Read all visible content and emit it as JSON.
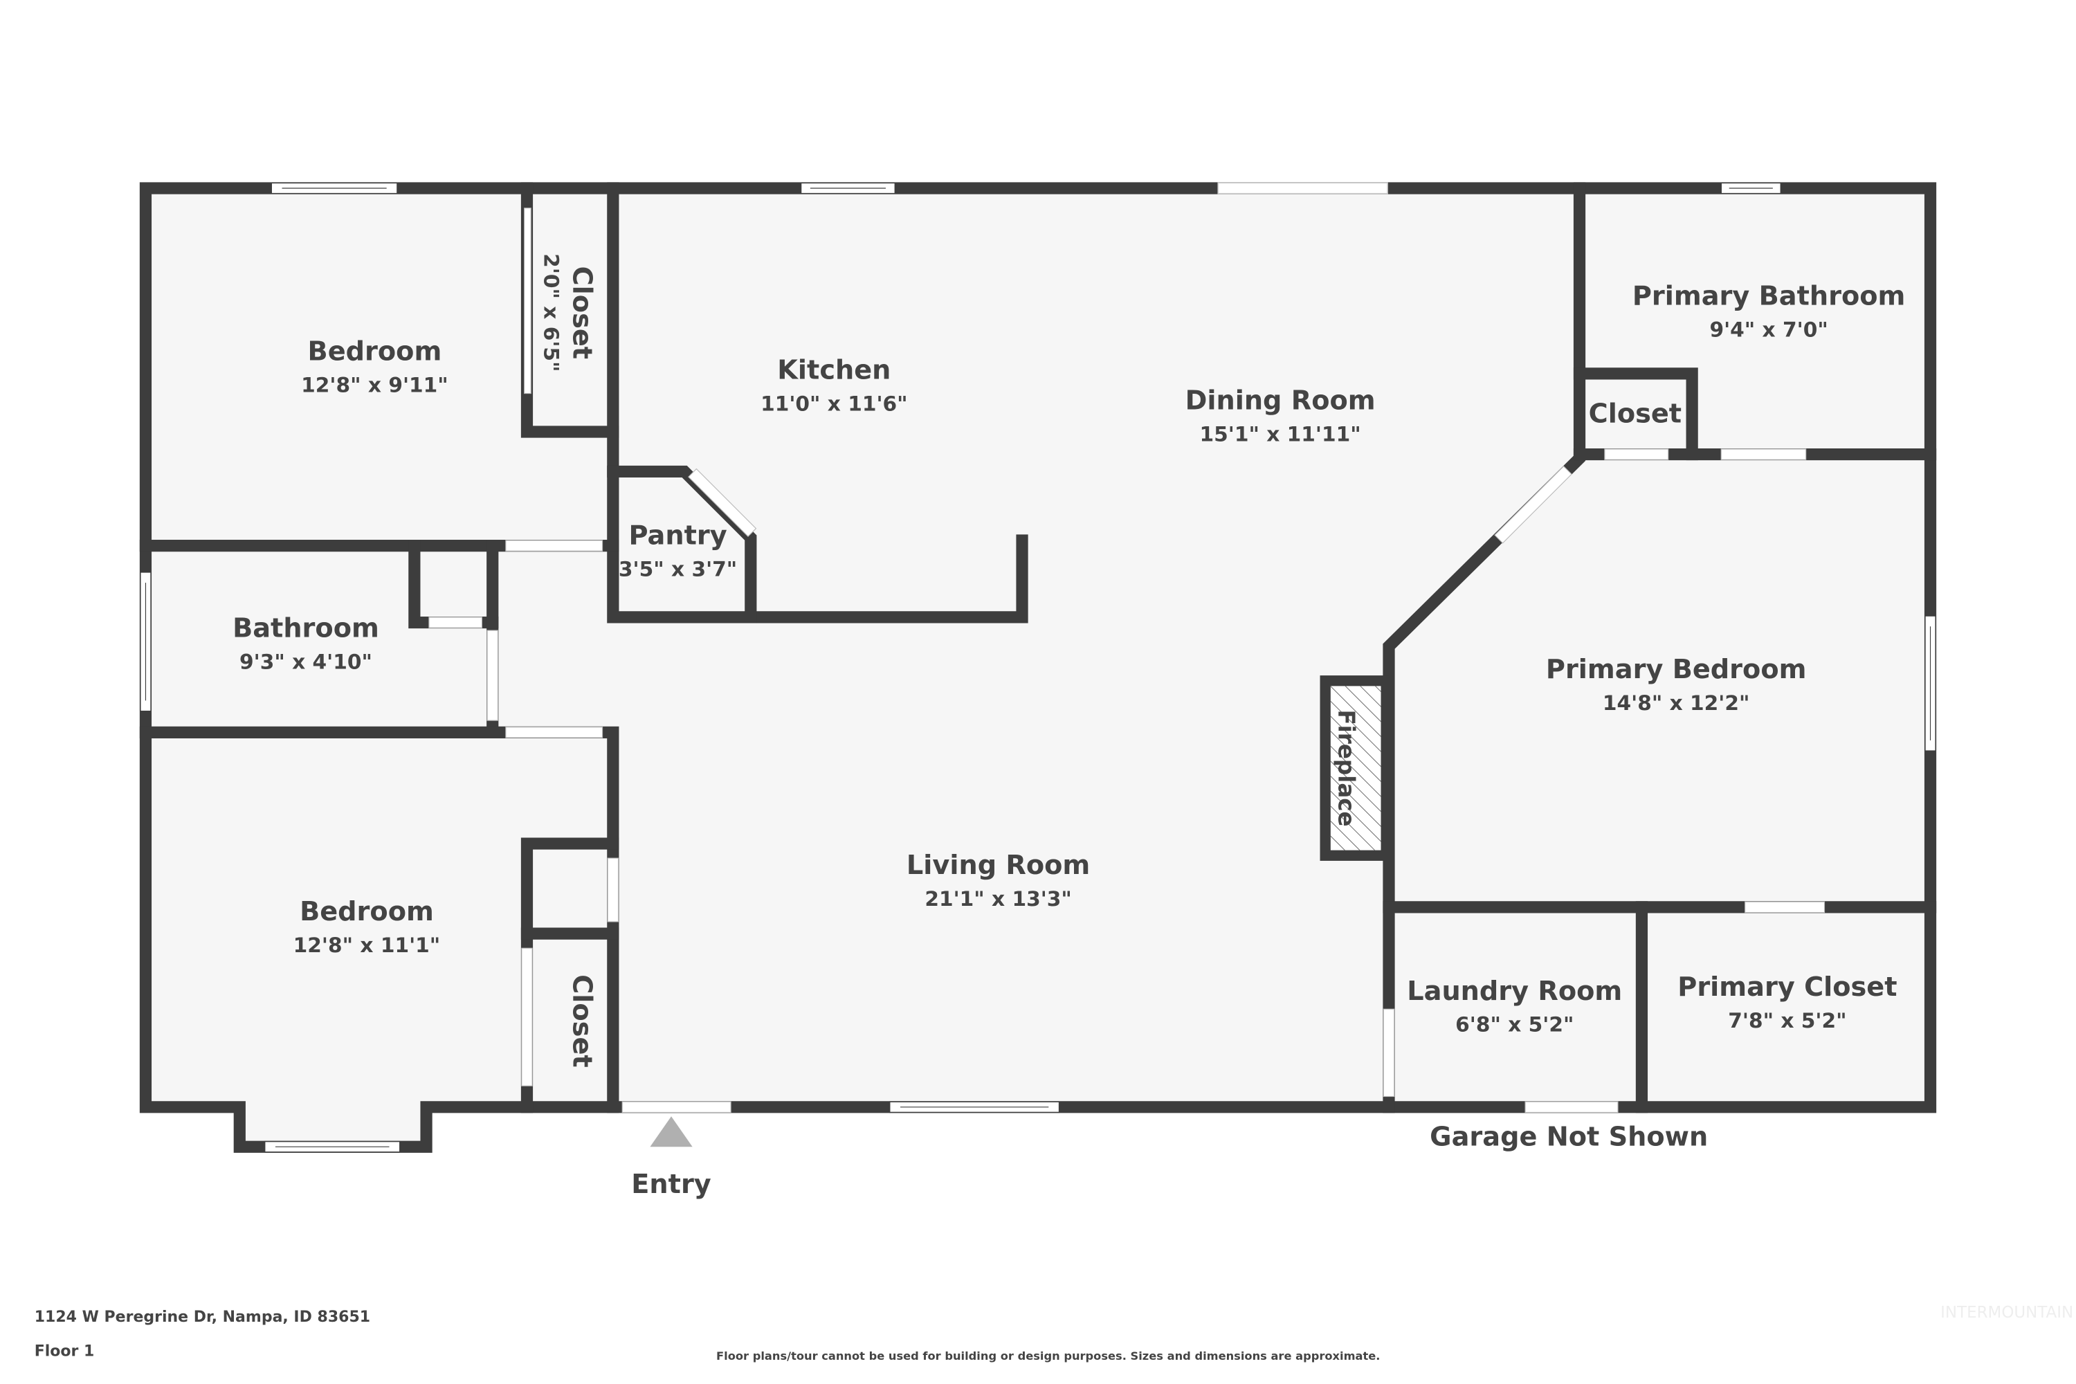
{
  "rooms": [
    {
      "name": "Bedroom",
      "dims": "12'8\" x 9'11\""
    },
    {
      "name": "Closet",
      "dims": "2'0\" x 6'5\""
    },
    {
      "name": "Kitchen",
      "dims": "11'0\" x 11'6\""
    },
    {
      "name": "Dining Room",
      "dims": "15'1\" x 11'11\""
    },
    {
      "name": "Primary Bathroom",
      "dims": "9'4\" x 7'0\""
    },
    {
      "name": "Closet",
      "dims": ""
    },
    {
      "name": "Pantry",
      "dims": "3'5\" x 3'7\""
    },
    {
      "name": "Bathroom",
      "dims": "9'3\" x 4'10\""
    },
    {
      "name": "Primary Bedroom",
      "dims": "14'8\" x 12'2\""
    },
    {
      "name": "Living Room",
      "dims": "21'1\" x 13'3\""
    },
    {
      "name": "Bedroom",
      "dims": "12'8\" x 11'1\""
    },
    {
      "name": "Closet",
      "dims": ""
    },
    {
      "name": "Laundry Room",
      "dims": "6'8\" x 5'2\""
    },
    {
      "name": "Primary Closet",
      "dims": "7'8\" x 5'2\""
    }
  ],
  "fireplace_label": "Fireplace",
  "entry_label": "Entry",
  "garage_note": "Garage Not Shown",
  "footer": {
    "address": "1124 W Peregrine Dr, Nampa, ID 83651",
    "floor": "Floor 1",
    "disclaimer": "Floor plans/tour cannot be used for building or design purposes. Sizes and dimensions are approximate.",
    "watermark": "INTERMOUNTAIN"
  },
  "colors": {
    "wall": "#3d3d3d",
    "floor": "#f6f6f6",
    "text": "#444444"
  }
}
